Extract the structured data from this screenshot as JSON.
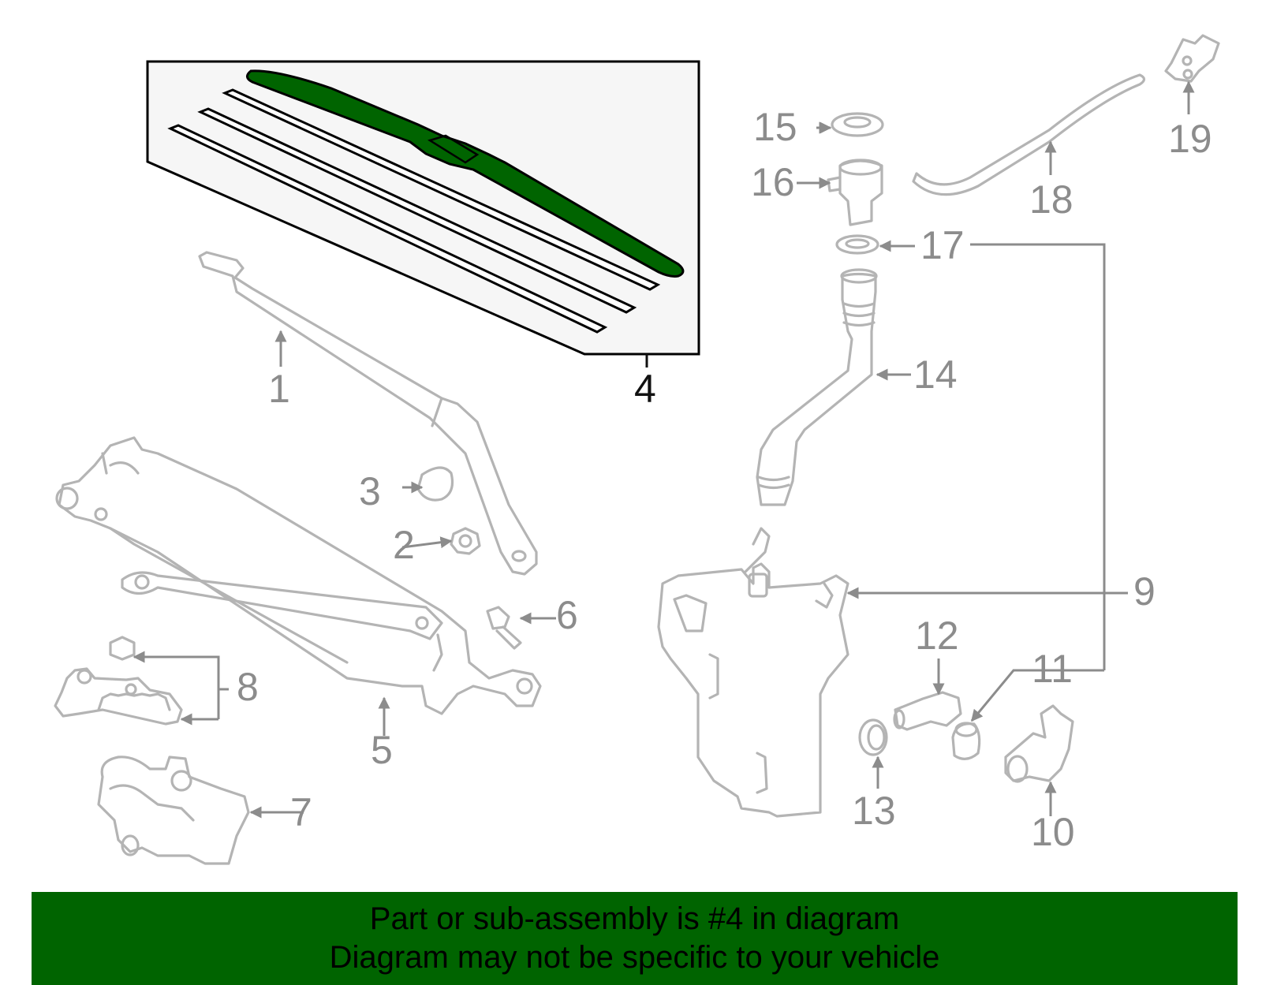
{
  "diagram": {
    "highlight_color": "#006400",
    "part_line_color": "#b4b4b4",
    "callout_color": "#8c8c8c",
    "callouts": {
      "c1": "1",
      "c2": "2",
      "c3": "3",
      "c4": "4",
      "c5": "5",
      "c6": "6",
      "c7": "7",
      "c8": "8",
      "c9": "9",
      "c10": "10",
      "c11": "11",
      "c12": "12",
      "c13": "13",
      "c14": "14",
      "c15": "15",
      "c16": "16",
      "c17": "17",
      "c18": "18",
      "c19": "19"
    },
    "highlighted_part": "4"
  },
  "banner": {
    "line1": "Part or sub-assembly is #4 in diagram",
    "line2": "Diagram may not be specific to your vehicle",
    "background": "#006400"
  }
}
